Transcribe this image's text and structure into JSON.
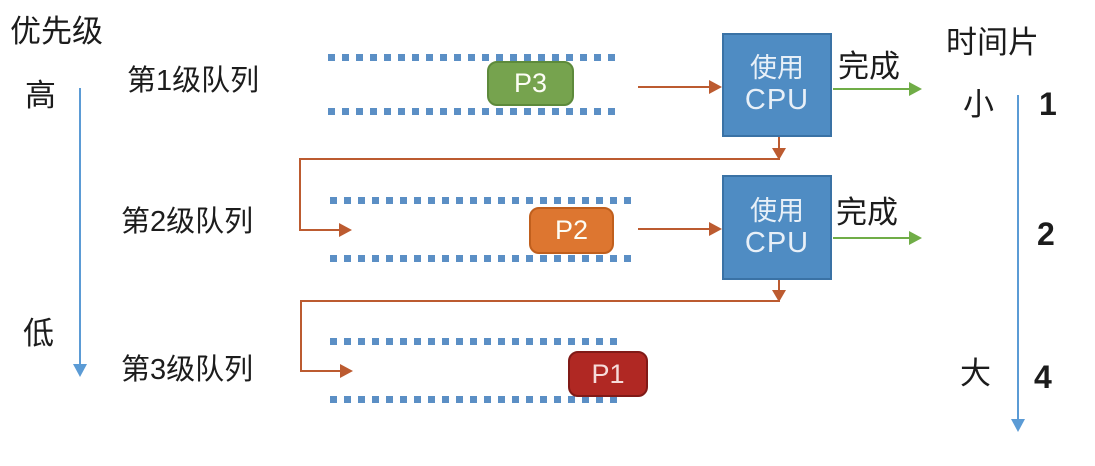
{
  "diagram": {
    "title": "multilevel-feedback-queue-scheduling",
    "priority_axis": {
      "title": "优先级",
      "high": "高",
      "low": "低"
    },
    "time_axis": {
      "title": "时间片",
      "small": "小",
      "large": "大"
    },
    "cpu": {
      "line1": "使用",
      "line2": "CPU"
    },
    "done_label": "完成",
    "queues": [
      {
        "label": "第1级队列",
        "process": "P3",
        "time_slice": "1"
      },
      {
        "label": "第2级队列",
        "process": "P2",
        "time_slice": "2"
      },
      {
        "label": "第3级队列",
        "process": "P1",
        "time_slice": "4"
      }
    ],
    "colors": {
      "cpu_fill": "#4f8cc3",
      "cpu_border": "#3a72a5",
      "process_p3": "#76a34e",
      "process_p2": "#dd7630",
      "process_p1": "#b02823",
      "queue_dots": "#5b8fc5",
      "arrow_orange": "#bc5b30",
      "arrow_green": "#70ad47",
      "axis_blue": "#5b9bd5"
    }
  }
}
